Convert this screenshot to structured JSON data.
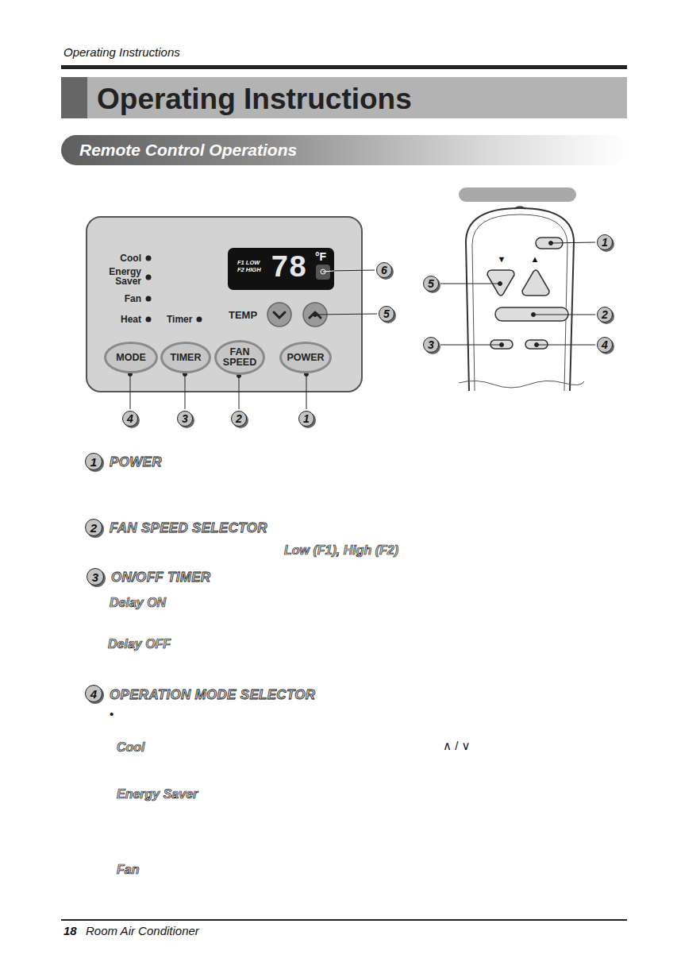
{
  "diagram": {
    "title": "Operating Instructions",
    "nodes": [
      {
        "text": [
          "Remote Control Operations"
        ]
      },
      {
        "text": [
          "Cool",
          "Energy Saver",
          "Fan",
          "Heat",
          "Timer",
          "TEMP"
        ]
      },
      {
        "text": [
          "F1 LOW F2 HIGH",
          "78",
          "°F"
        ],
        "in": 1
      },
      {
        "text": [
          "MODE"
        ],
        "in": 1
      },
      {
        "text": [
          "TIMER"
        ],
        "in": 1
      },
      {
        "text": [
          "FAN SPEED"
        ],
        "in": 1
      },
      {
        "text": [
          "POWER"
        ],
        "in": 1
      }
    ],
    "labels": [
      "Operating Instructions",
      "6",
      "5",
      "4",
      "3",
      "2",
      "1",
      "1",
      "5",
      "2",
      "3",
      "4",
      "▼",
      "▲",
      "1",
      "POWER",
      "2",
      "FAN SPEED SELECTOR",
      "Low (F1), High (F2)",
      "3",
      "ON/OFF TIMER",
      "Delay ON",
      "Delay OFF",
      "4",
      "OPERATION MODE SELECTOR",
      "•",
      "Cool",
      "∧ / ∨",
      "Energy Saver",
      "Fan",
      "18",
      "Room Air Conditioner"
    ]
  }
}
